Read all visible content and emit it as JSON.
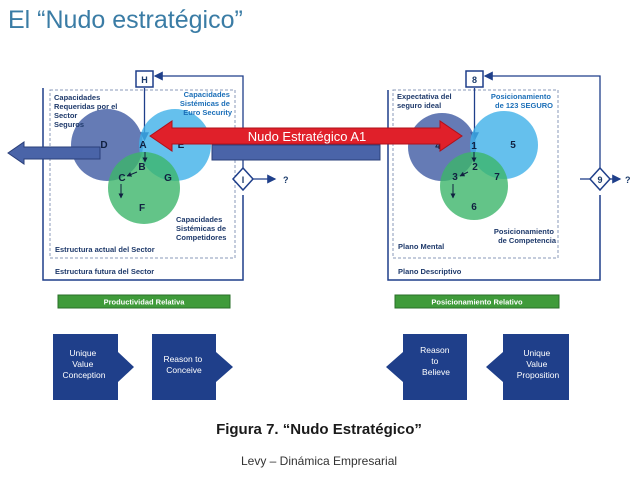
{
  "title": "El “Nudo estratégico”",
  "nudo_label": "Nudo Estratégico A1",
  "left": {
    "box_top": "H",
    "box_right": "I",
    "question": "?",
    "label_req": [
      "Capacidades",
      "Requeridas por el",
      "Sector",
      "Seguros"
    ],
    "label_sys": [
      "Capacidades",
      "Sistémicas de",
      "Euro Security"
    ],
    "label_comp": [
      "Capacidades",
      "Sistémicas de",
      "Competidores"
    ],
    "letters": {
      "D": "D",
      "A": "A",
      "E": "E",
      "B": "B",
      "C": "C",
      "G": "G",
      "F": "F"
    },
    "actual": "Estructura actual del Sector",
    "futura": "Estructura futura del Sector",
    "bar": "Productividad Relativa",
    "blocks": [
      [
        "Unique",
        "Value",
        "Conception"
      ],
      [
        "Reason to",
        "Conceive"
      ]
    ]
  },
  "right": {
    "box_top": "8",
    "box_right": "9",
    "question": "?",
    "label_exp": [
      "Expectativa del",
      "seguro ideal"
    ],
    "label_pos": [
      "Posicionamiento",
      "de 123 SEGURO"
    ],
    "label_comp": [
      "Posicionamiento",
      "de Competencia"
    ],
    "numbers": {
      "n4": "4",
      "n1": "1",
      "n5": "5",
      "n2": "2",
      "n3": "3",
      "n7": "7",
      "n6": "6"
    },
    "mental": "Plano Mental",
    "descriptivo": "Plano Descriptivo",
    "bar": "Posicionamiento Relativo",
    "blocks": [
      [
        "Reason",
        "to",
        "Believe"
      ],
      [
        "Unique",
        "Value",
        "Proposition"
      ]
    ]
  },
  "caption": "Figura 7. “Nudo Estratégico”",
  "credit": "Levy – Dinámica Empresarial",
  "colors": {
    "title": "#3a7ca5",
    "circle_navy": "#4a64a8",
    "circle_cyan": "#3fb0e8",
    "circle_green": "#3cb56a",
    "nudo_red": "#e0202a",
    "bar_green": "#3f9b3a",
    "block_navy": "#1f3f8a"
  }
}
